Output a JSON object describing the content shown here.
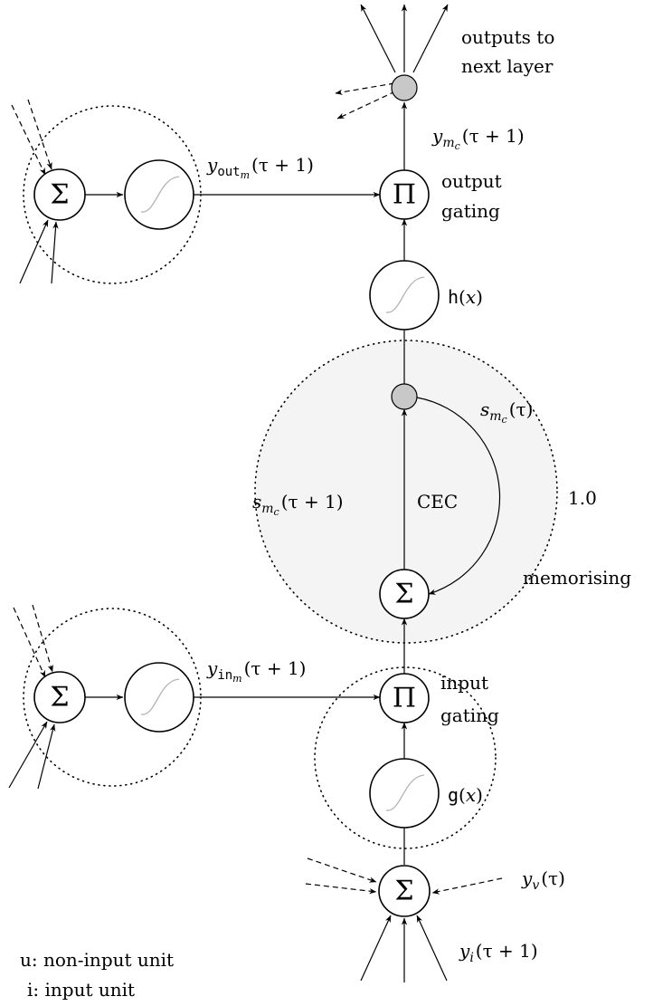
{
  "nodes": {
    "sum_symbol": "Σ",
    "product_symbol": "Π"
  },
  "labels": {
    "outputs_line1": "outputs to",
    "outputs_line2": "next layer",
    "output_gating_line1": "output",
    "output_gating_line2": "gating",
    "input_gating_line1": "input",
    "input_gating_line2": "gating",
    "cec": "CEC",
    "self_weight": "1.0",
    "memorising": "memorising",
    "legend_u": "u: non-input unit",
    "legend_i": "i: input unit"
  },
  "math": {
    "y_out": {
      "base": "y",
      "sub": "out",
      "subsub": "m",
      "arg": "(τ + 1)"
    },
    "y_in": {
      "base": "y",
      "sub": "in",
      "subsub": "m",
      "arg": "(τ + 1)"
    },
    "y_mc": {
      "base": "y",
      "sub": "m",
      "subsub": "c",
      "arg": "(τ + 1)"
    },
    "s_mc_t": {
      "base": "s",
      "sub": "m",
      "subsub": "c",
      "arg": "(τ)"
    },
    "s_mc_t1": {
      "base": "s",
      "sub": "m",
      "subsub": "c",
      "arg": "(τ + 1)"
    },
    "h": {
      "fn": "h",
      "arg_open": "(",
      "var": "x",
      "arg_close": ")"
    },
    "g": {
      "fn": "g",
      "arg_open": "(",
      "var": "x",
      "arg_close": ")"
    },
    "y_v": {
      "base": "y",
      "sub": "v",
      "arg": "(τ)"
    },
    "y_i": {
      "base": "y",
      "sub": "i",
      "arg": "(τ + 1)"
    }
  },
  "colors": {
    "junction_fill": "#c8c8c8",
    "cec_region_fill": "#f4f4f4",
    "sigmoid_curve": "#b5b5b5"
  }
}
